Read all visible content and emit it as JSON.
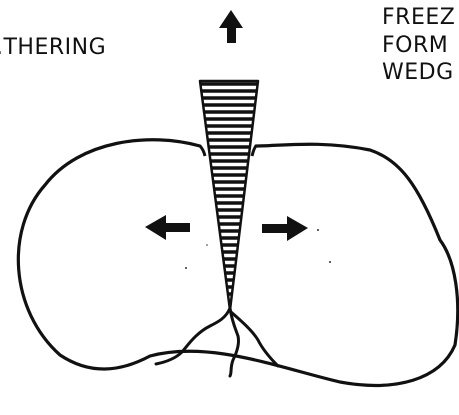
{
  "labels": {
    "left": ".THERING",
    "right_lines": [
      "FREEZ",
      "FORM",
      "WEDG"
    ]
  },
  "colors": {
    "ink": "#111111",
    "background": "#ffffff"
  },
  "icons": {
    "up_arrow": "arrow-up-icon",
    "left_arrow": "arrow-left-icon",
    "right_arrow": "arrow-right-icon"
  }
}
